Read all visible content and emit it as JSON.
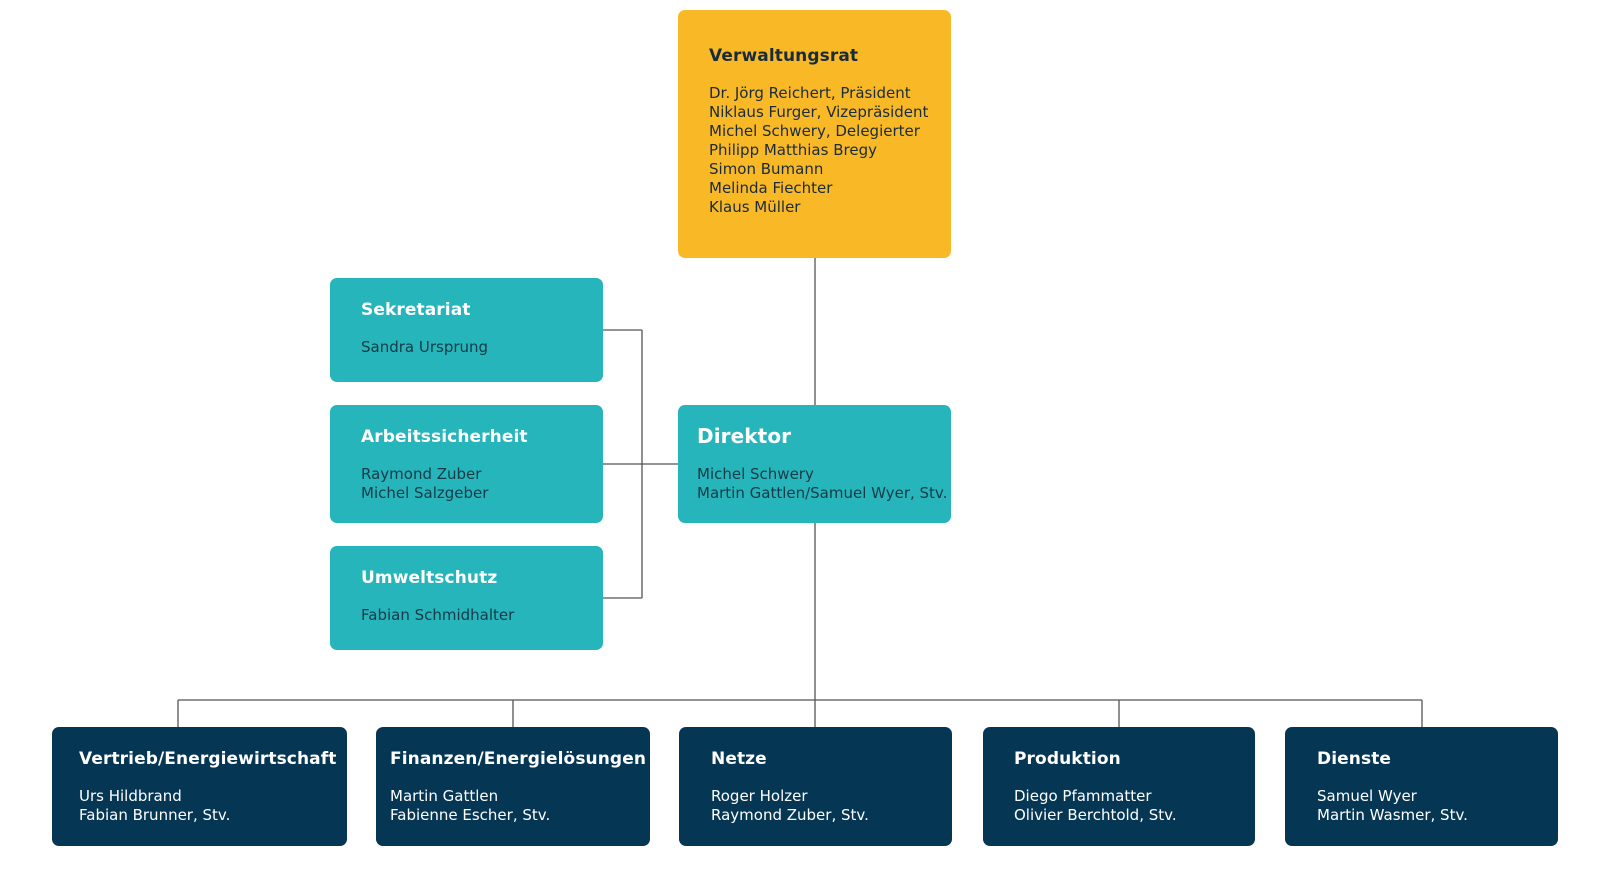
{
  "board": {
    "title": "Verwaltungsrat",
    "members": [
      "Dr. Jörg Reichert, Präsident",
      "Niklaus Furger, Vizepräsident",
      "Michel Schwery, Delegierter",
      "Philipp Matthias Bregy",
      "Simon Bumann",
      "Melinda Fiechter",
      "Klaus Müller"
    ]
  },
  "staff": [
    {
      "title": "Sekretariat",
      "people": [
        "Sandra Ursprung"
      ]
    },
    {
      "title": "Arbeitssicherheit",
      "people": [
        "Raymond Zuber",
        "Michel Salzgeber"
      ]
    },
    {
      "title": "Umweltschutz",
      "people": [
        "Fabian Schmidhalter"
      ]
    }
  ],
  "director": {
    "title": "Direktor",
    "people": [
      "Michel Schwery",
      "Martin Gattlen/Samuel Wyer, Stv."
    ]
  },
  "departments": [
    {
      "title": "Vertrieb/Energiewirtschaft",
      "people": [
        "Urs Hildbrand",
        "Fabian Brunner, Stv."
      ]
    },
    {
      "title": "Finanzen/Energielösungen",
      "people": [
        "Martin Gattlen",
        "Fabienne Escher, Stv."
      ]
    },
    {
      "title": "Netze",
      "people": [
        "Roger Holzer",
        "Raymond Zuber, Stv."
      ]
    },
    {
      "title": "Produktion",
      "people": [
        "Diego Pfammatter",
        "Olivier Berchtold, Stv."
      ]
    },
    {
      "title": "Dienste",
      "people": [
        "Samuel Wyer",
        "Martin Wasmer, Stv."
      ]
    }
  ],
  "colors": {
    "board": "#f9b927",
    "staff": "#25b5bb",
    "department": "#053654",
    "connector": "#555555"
  }
}
